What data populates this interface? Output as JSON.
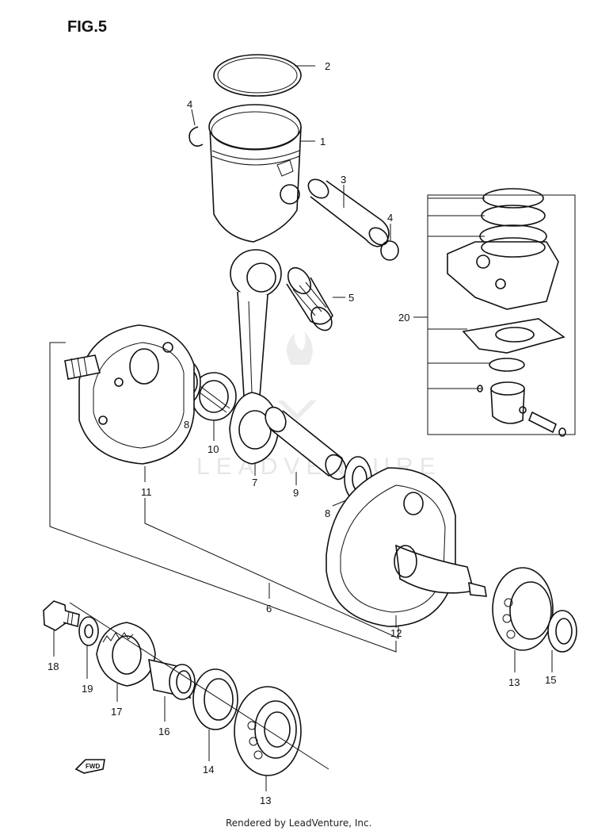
{
  "figure": {
    "title": "FIG.5"
  },
  "watermark": {
    "text": "LEADVENTURE"
  },
  "footer": {
    "text": "Rendered by LeadVenture, Inc."
  },
  "fwd_arrow": {
    "text": "FWD"
  },
  "callouts": [
    {
      "id": "1",
      "label": "1"
    },
    {
      "id": "2",
      "label": "2"
    },
    {
      "id": "3",
      "label": "3"
    },
    {
      "id": "4a",
      "label": "4"
    },
    {
      "id": "4b",
      "label": "4"
    },
    {
      "id": "5",
      "label": "5"
    },
    {
      "id": "6",
      "label": "6"
    },
    {
      "id": "7",
      "label": "7"
    },
    {
      "id": "8a",
      "label": "8"
    },
    {
      "id": "8b",
      "label": "8"
    },
    {
      "id": "9",
      "label": "9"
    },
    {
      "id": "10",
      "label": "10"
    },
    {
      "id": "11",
      "label": "11"
    },
    {
      "id": "12",
      "label": "12"
    },
    {
      "id": "13a",
      "label": "13"
    },
    {
      "id": "13b",
      "label": "13"
    },
    {
      "id": "14",
      "label": "14"
    },
    {
      "id": "15",
      "label": "15"
    },
    {
      "id": "16",
      "label": "16"
    },
    {
      "id": "17",
      "label": "17"
    },
    {
      "id": "18",
      "label": "18"
    },
    {
      "id": "19",
      "label": "19"
    },
    {
      "id": "20",
      "label": "20"
    }
  ]
}
